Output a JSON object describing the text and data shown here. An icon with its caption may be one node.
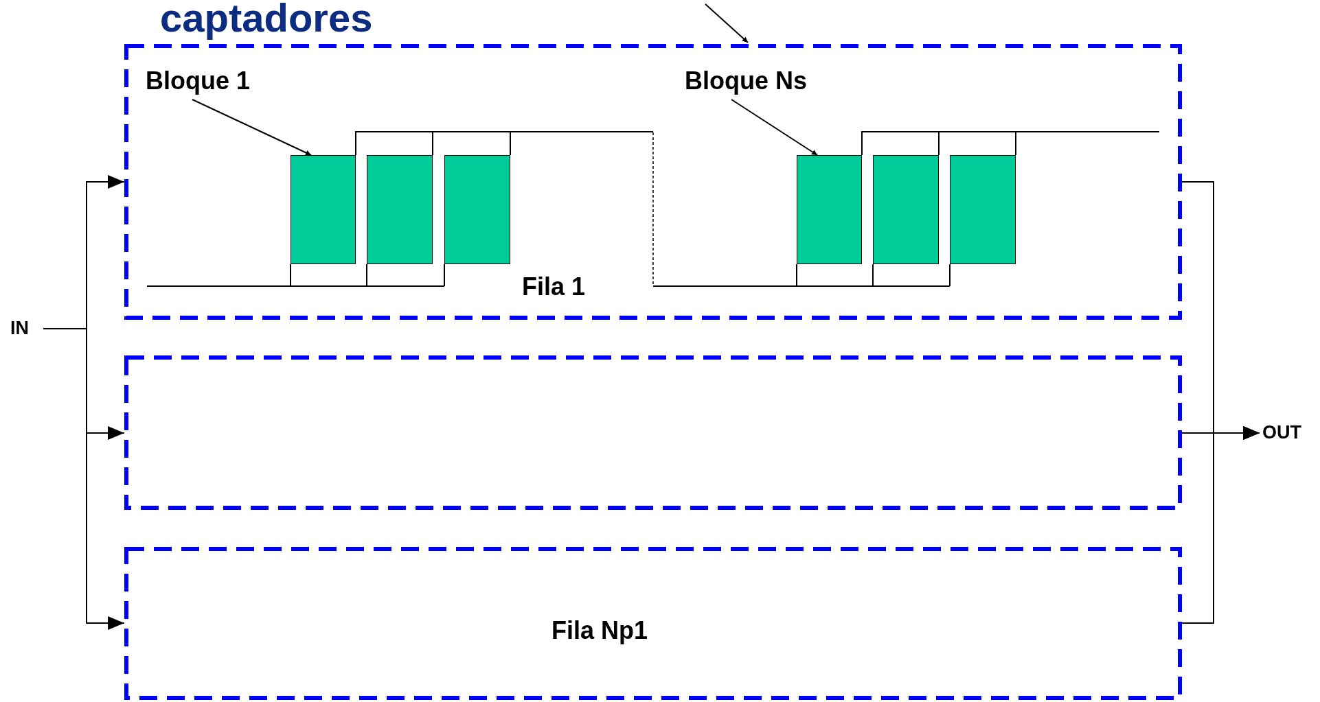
{
  "diagram": {
    "title": "captadores",
    "nodes": [
      {
        "text": [
          "IN"
        ]
      },
      {
        "text": [
          "Fila 1"
        ]
      },
      {
        "text": [
          "Bloque 1"
        ],
        "in": 1
      },
      {
        "text": [],
        "shape": "box",
        "in": 1
      },
      {
        "text": [],
        "shape": "box",
        "in": 1
      },
      {
        "text": [],
        "shape": "box",
        "in": 1
      },
      {
        "text": [
          "Bloque Ns"
        ],
        "in": 1
      },
      {
        "text": [],
        "shape": "box",
        "in": 1
      },
      {
        "text": [],
        "shape": "box",
        "in": 1
      },
      {
        "text": [],
        "shape": "box",
        "in": 1
      },
      {
        "text": [],
        "shape": "box"
      },
      {
        "text": [
          "Fila Np1"
        ]
      },
      {
        "text": [
          "OUT"
        ]
      }
    ],
    "edges": [
      {
        "from": null,
        "to": 1,
        "arrow": "to"
      },
      {
        "from": 2,
        "to": 3,
        "arrow": "to"
      },
      {
        "from": 6,
        "to": 7,
        "arrow": "to"
      },
      {
        "from": 3,
        "to": 4,
        "arrow": "none"
      },
      {
        "from": 4,
        "to": 5,
        "arrow": "none"
      },
      {
        "from": 7,
        "to": 8,
        "arrow": "none"
      },
      {
        "from": 8,
        "to": 9,
        "arrow": "none"
      },
      {
        "from": 0,
        "to": 1,
        "arrow": "to"
      },
      {
        "from": 0,
        "to": 10,
        "arrow": "to"
      },
      {
        "from": 0,
        "to": 11,
        "arrow": "to"
      },
      {
        "from": 1,
        "to": 12,
        "arrow": "to"
      },
      {
        "from": 10,
        "to": 12,
        "arrow": "to"
      },
      {
        "from": 11,
        "to": 12,
        "arrow": "to"
      }
    ]
  }
}
